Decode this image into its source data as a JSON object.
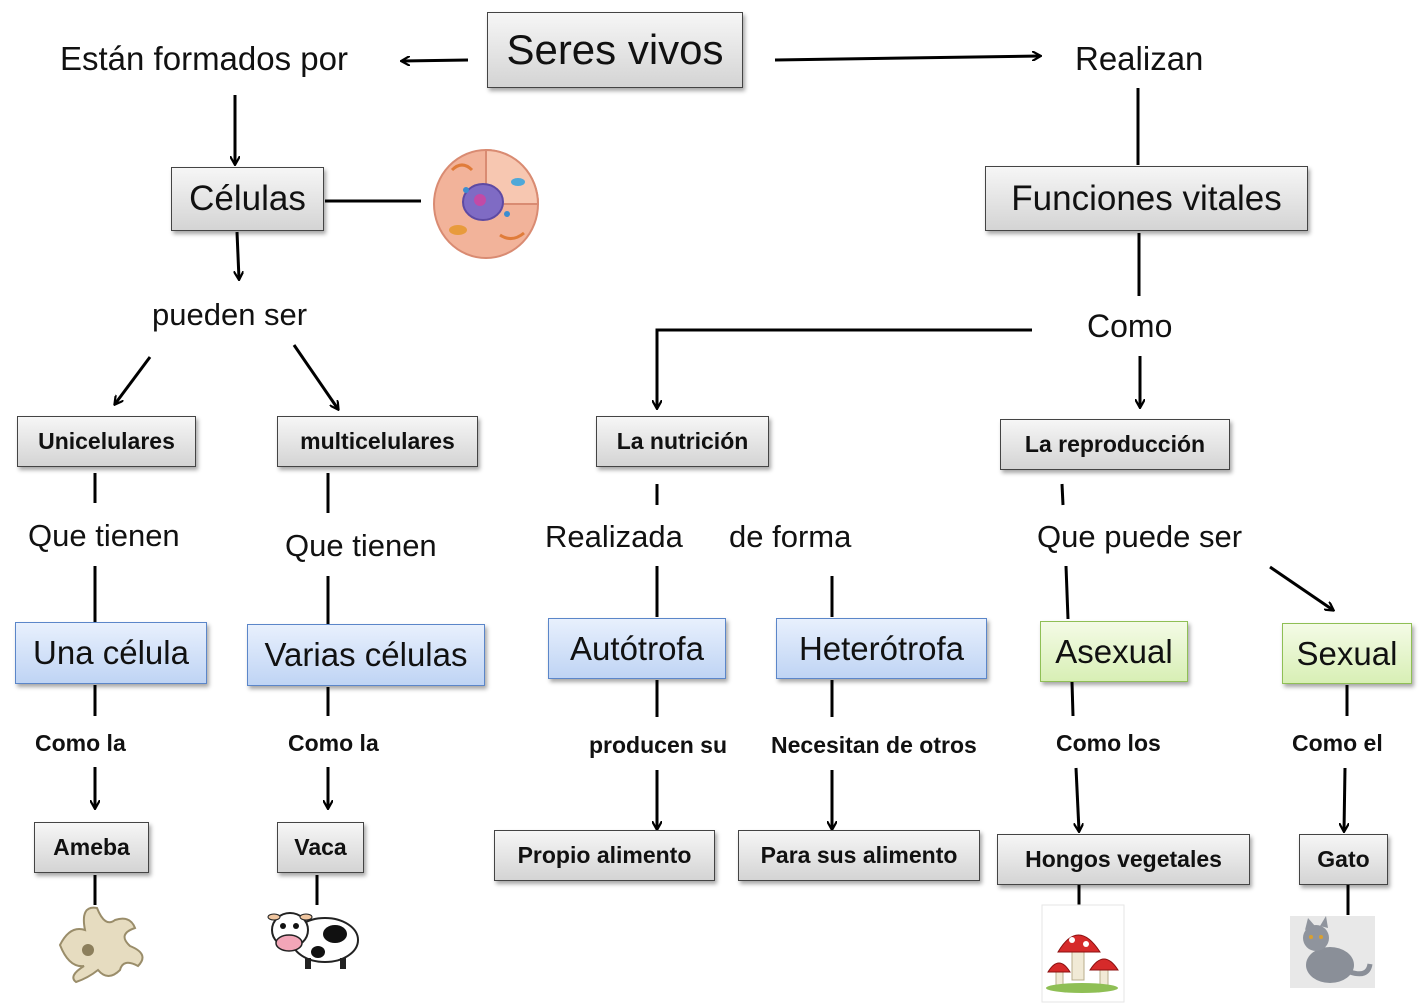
{
  "root": "Seres vivos",
  "left": {
    "formed_label": "Están  formados por",
    "cells_box": "Células",
    "can_be_label": "pueden ser",
    "unicellular": {
      "box": "Unicelulares",
      "have_label": "Que tienen",
      "result_box": "Una célula",
      "like_label": "Como la",
      "example_box": "Ameba"
    },
    "multicellular": {
      "box": "multicelulares",
      "have_label": "Que tienen",
      "result_box": "Varias células",
      "like_label": "Como la",
      "example_box": "Vaca"
    }
  },
  "right": {
    "perform_label": "Realizan",
    "functions_box": "Funciones vitales",
    "as_label": "Como",
    "nutrition": {
      "box": "La nutrición",
      "done_label": "Realizada",
      "form_label": "de  forma",
      "autotrophic": {
        "box": "Autótrofa",
        "action_label": "producen su",
        "result_box": "Propio alimento"
      },
      "heterotrophic": {
        "box": "Heterótrofa",
        "action_label": "Necesitan de otros",
        "result_box": "Para sus alimento"
      }
    },
    "reproduction": {
      "box": "La  reproducción",
      "can_be_label": "Que puede ser",
      "asexual": {
        "box": "Asexual",
        "like_label": "Como los",
        "example_box": "Hongos  vegetales"
      },
      "sexual": {
        "box": "Sexual",
        "like_label": "Como el",
        "example_box": "Gato"
      }
    }
  }
}
